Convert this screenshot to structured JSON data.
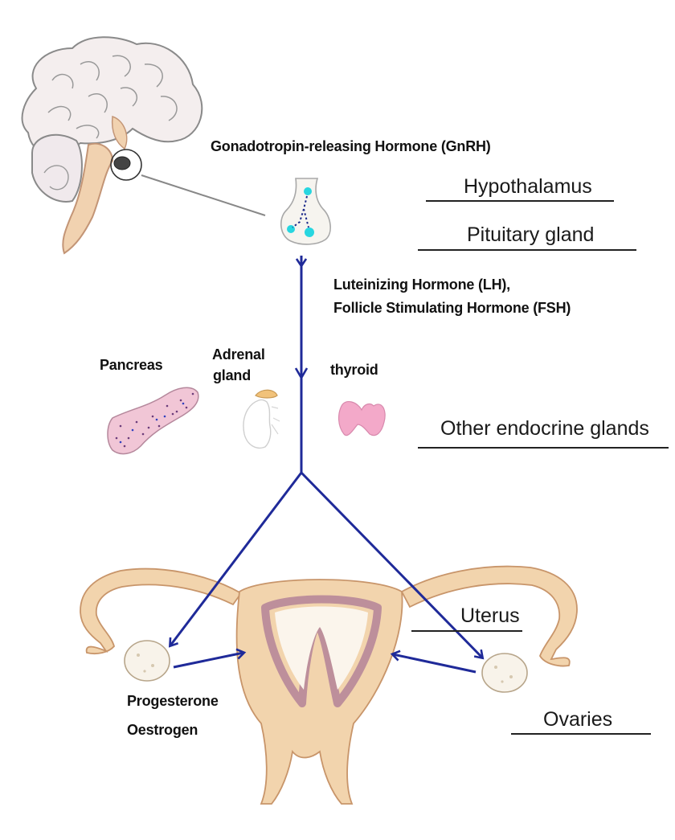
{
  "labels": {
    "gnrh": "Gonadotropin-releasing Hormone (GnRH)",
    "hypothalamus": "Hypothalamus",
    "pituitary": "Pituitary gland",
    "lh": "Luteinizing Hormone (LH),",
    "fsh": "Follicle Stimulating Hormone (FSH)",
    "pancreas": "Pancreas",
    "adrenal_line1": "Adrenal",
    "adrenal_line2": "gland",
    "thyroid": "thyroid",
    "other_glands": "Other endocrine glands",
    "uterus": "Uterus",
    "progesterone": "Progesterone",
    "oestrogen": "Oestrogen",
    "ovaries": "Ovaries"
  },
  "colors": {
    "arrow": "#1f2a99",
    "brain_outline": "#8a8a8a",
    "uterus_fill": "#f2d4ad",
    "uterus_outline": "#c8956a",
    "uterus_lining": "#b48398",
    "pancreas": "#f1c6d6",
    "thyroid": "#f3a9c9",
    "pituitary_dot": "#27d6e0"
  }
}
